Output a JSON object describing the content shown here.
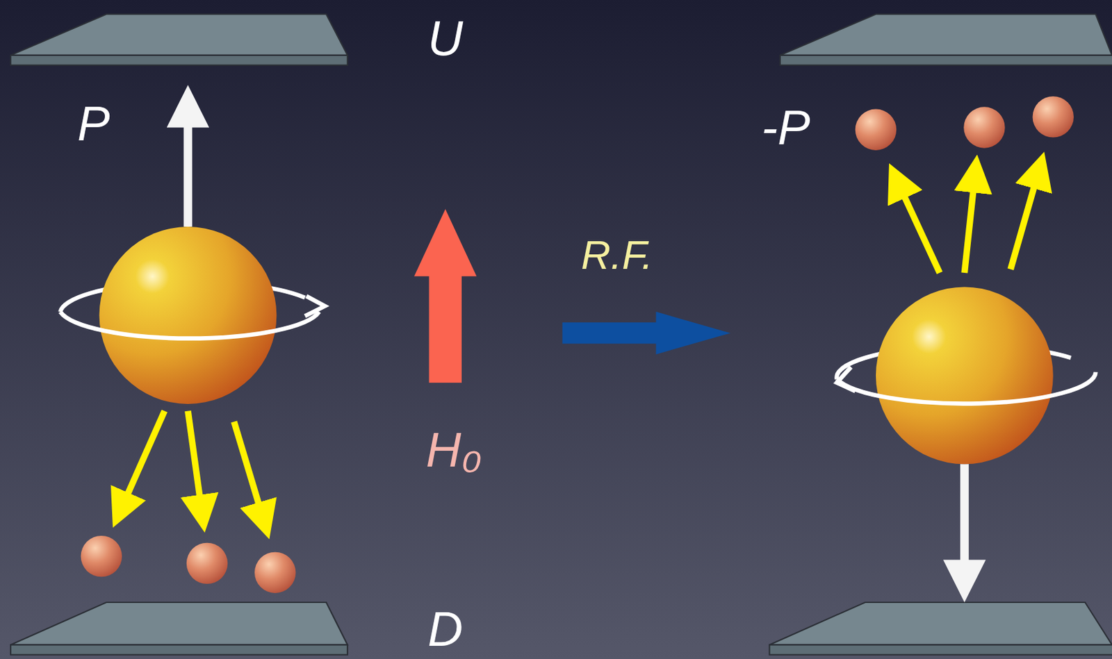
{
  "diagram": {
    "labels": [
      "U",
      "P",
      "H₀",
      "R.F.",
      "-P",
      "D"
    ]
  }
}
